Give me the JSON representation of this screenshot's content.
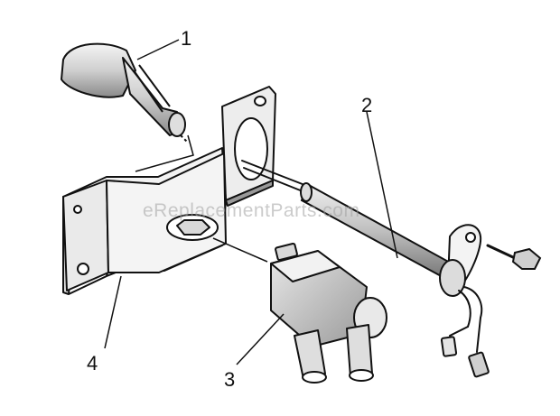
{
  "diagram": {
    "callouts": {
      "part1": "1",
      "part2": "2",
      "part3": "3",
      "part4": "4"
    },
    "watermark": "eReplacementParts.com",
    "colors": {
      "line": "#111111",
      "fill_light": "#e9e9e9",
      "fill_mid": "#bdbdbd",
      "fill_dark": "#7a7a7a",
      "background": "#ffffff"
    }
  }
}
